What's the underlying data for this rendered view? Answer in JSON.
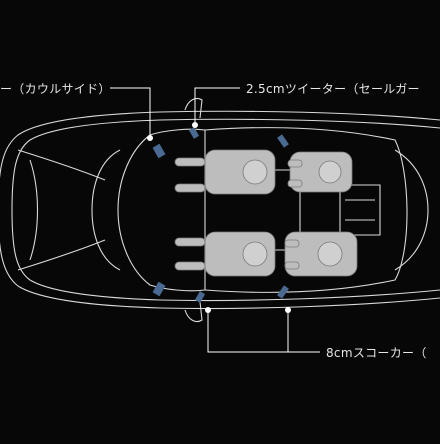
{
  "labels": {
    "cowl_speaker": "ー（カウルサイド）",
    "tweeter": "2.5cmツイーター（セールガー",
    "door_speaker": "8cmスコーカー（"
  },
  "colors": {
    "background": "#070707",
    "outline": "#d9d9d9",
    "seat_fill": "#bdbdbd",
    "speaker": "#4a6a92",
    "leader": "#ffffff"
  }
}
